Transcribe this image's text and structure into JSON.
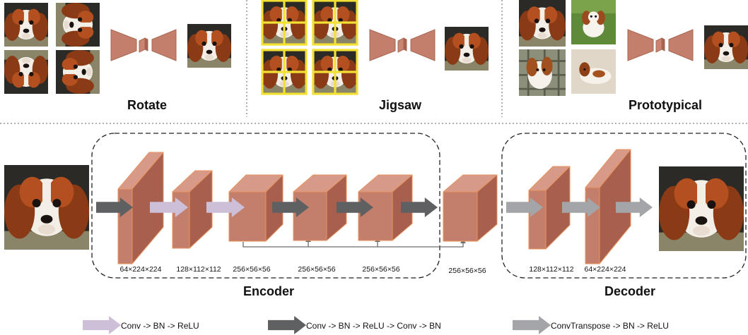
{
  "panels": {
    "rotate_label": "Rotate",
    "jigsaw_label": "Jigsaw",
    "prototypical_label": "Prototypical"
  },
  "network": {
    "encoder_label": "Encoder",
    "decoder_label": "Decoder",
    "dims": {
      "enc1": "64×224×224",
      "enc2": "128×112×112",
      "enc3": "256×56×56",
      "enc4": "256×56×56",
      "enc5": "256×56×56",
      "mid": "256×56×56",
      "dec1": "128×112×112",
      "dec2": "64×224×224"
    }
  },
  "legend": {
    "conv_bn_relu": "Conv -> BN -> ReLU",
    "residual": "Conv -> BN -> ReLU -> Conv -> BN",
    "conv_transpose": "ConvTranspose -> BN -> ReLU"
  },
  "colors": {
    "block_front": "#c47f6c",
    "block_side": "#a95f4e",
    "block_top": "#d89a88",
    "block_edge": "#e8935e",
    "arrow_light": "#cdbfd8",
    "arrow_dark": "#5f6062",
    "arrow_gray": "#a3a5a8"
  }
}
